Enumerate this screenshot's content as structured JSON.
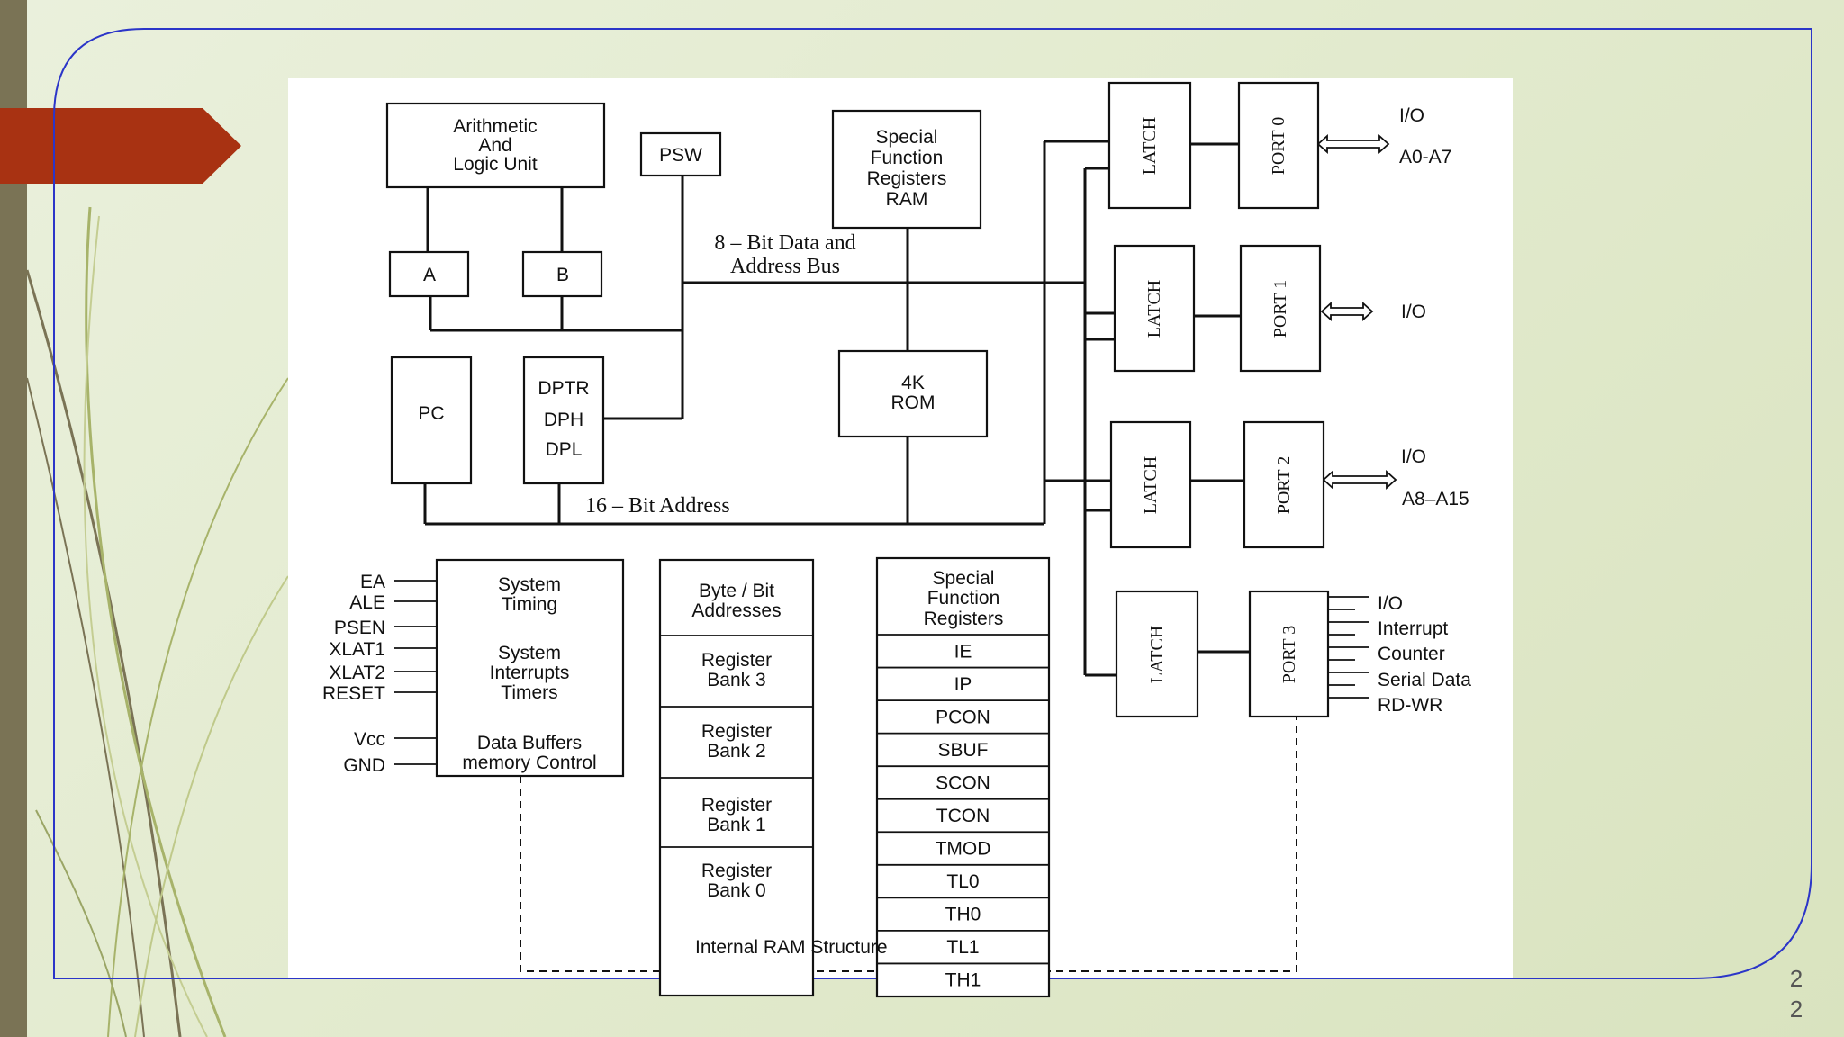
{
  "slide": {
    "page_number": "2\n2"
  },
  "diagram": {
    "alu": [
      "Arithmetic",
      "And",
      "Logic Unit"
    ],
    "psw": "PSW",
    "sfr_ram": [
      "Special",
      "Function",
      "Registers",
      "RAM"
    ],
    "reg_a": "A",
    "reg_b": "B",
    "data_bus": [
      "8 – Bit Data and",
      "Address Bus"
    ],
    "pc": "PC",
    "dptr": "DPTR",
    "dph": "DPH",
    "dpl": "DPL",
    "rom": [
      "4K",
      "ROM"
    ],
    "address_bus": "16 – Bit Address",
    "latch": "LATCH",
    "ports": [
      {
        "name": "PORT 0",
        "signals": [
          "I/O",
          "A0-A7"
        ]
      },
      {
        "name": "PORT 1",
        "signals": [
          "I/O"
        ]
      },
      {
        "name": "PORT 2",
        "signals": [
          "I/O",
          "A8–A15"
        ]
      },
      {
        "name": "PORT 3",
        "signals": [
          "I/O",
          "Interrupt",
          "Counter",
          "Serial Data",
          "RD-WR"
        ]
      }
    ],
    "control_pins": [
      "EA",
      "ALE",
      "PSEN",
      "XLAT1",
      "XLAT2",
      "RESET",
      "Vcc",
      "GND"
    ],
    "system_block": {
      "timing": [
        "System",
        "Timing"
      ],
      "interrupts": [
        "System",
        "Interrupts",
        "Timers"
      ],
      "buffers": [
        "Data Buffers",
        "memory Control"
      ]
    },
    "ram_structure": {
      "header": [
        "Byte / Bit",
        "Addresses"
      ],
      "banks": [
        [
          "Register",
          "Bank 3"
        ],
        [
          "Register",
          "Bank 2"
        ],
        [
          "Register",
          "Bank 1"
        ],
        [
          "Register",
          "Bank 0"
        ]
      ]
    },
    "sfr": {
      "header": [
        "Special",
        "Function",
        "Registers"
      ],
      "registers": [
        "IE",
        "IP",
        "PCON",
        "SBUF",
        "SCON",
        "TCON",
        "TMOD",
        "TL0",
        "TH0",
        "TL1",
        "TH1"
      ]
    },
    "internal_ram_label": "Internal RAM Structure"
  }
}
